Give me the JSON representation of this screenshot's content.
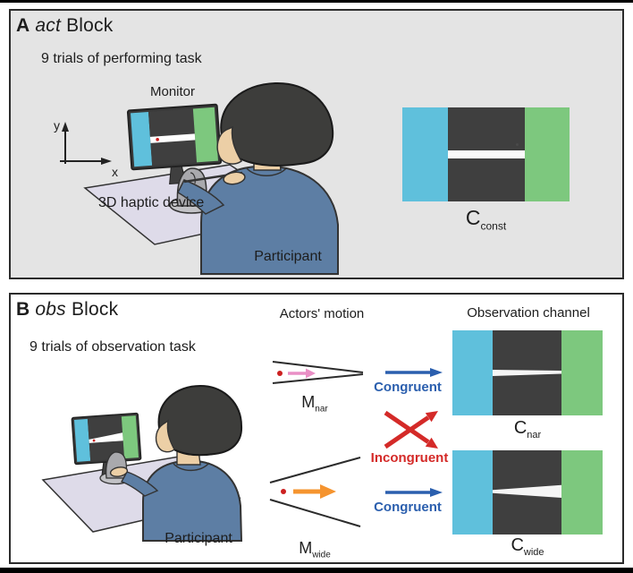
{
  "figure": {
    "panel_a": {
      "tag": "A",
      "block_name": "act",
      "block_word": "Block",
      "subtitle": "9 trials of performing task",
      "monitor_label": "Monitor",
      "haptic_label": "3D haptic device",
      "participant_label": "Participant",
      "axis": {
        "x": "x",
        "y": "y"
      },
      "channel_label": {
        "base": "C",
        "sub": "const"
      }
    },
    "panel_b": {
      "tag": "B",
      "block_name": "obs",
      "block_word": "Block",
      "subtitle": "9 trials of observation task",
      "participant_label": "Participant",
      "headers": {
        "motion": "Actors' motion",
        "channel": "Observation channel"
      },
      "motion_nar_label": {
        "base": "M",
        "sub": "nar"
      },
      "motion_wide_label": {
        "base": "M",
        "sub": "wide"
      },
      "channel_nar_label": {
        "base": "C",
        "sub": "nar"
      },
      "channel_wide_label": {
        "base": "C",
        "sub": "wide"
      },
      "congruent_top": "Congruent",
      "congruent_bottom": "Congruent",
      "incongruent": "Incongruent"
    }
  },
  "colors": {
    "panel_a_bg": "#e4e4e4",
    "channel_blue": "#5fc0dc",
    "channel_green": "#7dc87e",
    "channel_dark": "#3f3f3f",
    "congruent_blue": "#2b5fae",
    "incongruent_red": "#d42a28",
    "motion_pink": "#e98fc5",
    "motion_orange": "#f5942f",
    "dot_red": "#cc2020",
    "desk": "#dedbe9",
    "shirt": "#5d7ea4",
    "skin": "#eccfa6",
    "hair": "#3d3d3b"
  }
}
